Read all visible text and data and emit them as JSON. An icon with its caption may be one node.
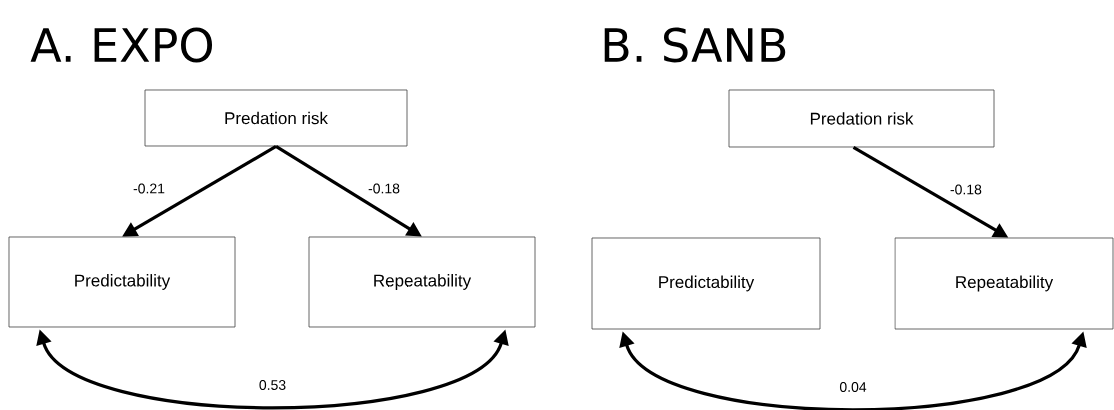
{
  "diagram": {
    "nodes": [
      {
        "text": [
          "Predation risk"
        ]
      },
      {
        "text": [
          "Predictability"
        ]
      },
      {
        "text": [
          "Repeatability"
        ]
      },
      {
        "text": [
          "Predation risk"
        ]
      },
      {
        "text": [
          "Predictability"
        ]
      },
      {
        "text": [
          "Repeatability"
        ]
      }
    ],
    "edges": [
      {
        "from": 0,
        "to": 1,
        "arrow": "to",
        "label": "-0.21"
      },
      {
        "from": 0,
        "to": 2,
        "arrow": "to",
        "label": "-0.18"
      },
      {
        "from": 1,
        "to": 2,
        "arrow": "both",
        "label": "0.53"
      },
      {
        "from": 3,
        "to": 5,
        "arrow": "to",
        "label": "-0.18"
      },
      {
        "from": 4,
        "to": 5,
        "arrow": "both",
        "label": "0.04"
      }
    ],
    "labels": [
      "A. EXPO",
      "B. SANB"
    ]
  }
}
